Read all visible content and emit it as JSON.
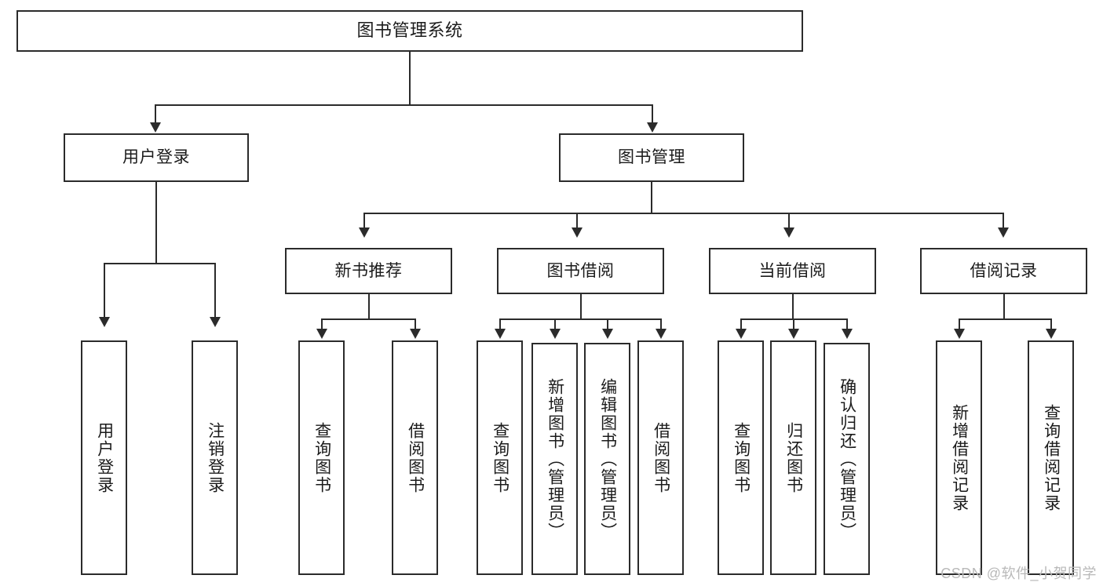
{
  "diagram": {
    "title": "图书管理系统",
    "type": "tree",
    "root": {
      "id": "root",
      "label": "图书管理系统"
    },
    "level2": [
      {
        "id": "user-login",
        "label": "用户登录"
      },
      {
        "id": "book-manage",
        "label": "图书管理"
      }
    ],
    "level3": [
      {
        "id": "new-book-recommend",
        "label": "新书推荐",
        "parent": "book-manage"
      },
      {
        "id": "book-borrow",
        "label": "图书借阅",
        "parent": "book-manage"
      },
      {
        "id": "current-borrow",
        "label": "当前借阅",
        "parent": "book-manage"
      },
      {
        "id": "borrow-record",
        "label": "借阅记录",
        "parent": "book-manage"
      }
    ],
    "leaves": [
      {
        "id": "leaf-user-login",
        "label": "用户登录",
        "parent": "user-login"
      },
      {
        "id": "leaf-user-logout",
        "label": "注销登录",
        "parent": "user-login"
      },
      {
        "id": "leaf-query-book-1",
        "label": "查询图书",
        "parent": "new-book-recommend"
      },
      {
        "id": "leaf-borrow-book-1",
        "label": "借阅图书",
        "parent": "new-book-recommend"
      },
      {
        "id": "leaf-query-book-2",
        "label": "查询图书",
        "parent": "book-borrow"
      },
      {
        "id": "leaf-add-book",
        "label": "新增图书（管理员）",
        "parent": "book-borrow"
      },
      {
        "id": "leaf-edit-book",
        "label": "编辑图书（管理员）",
        "parent": "book-borrow"
      },
      {
        "id": "leaf-borrow-book-2",
        "label": "借阅图书",
        "parent": "book-borrow"
      },
      {
        "id": "leaf-query-book-3",
        "label": "查询图书",
        "parent": "current-borrow"
      },
      {
        "id": "leaf-return-book",
        "label": "归还图书",
        "parent": "current-borrow"
      },
      {
        "id": "leaf-confirm-return",
        "label": "确认归还（管理员）",
        "parent": "current-borrow"
      },
      {
        "id": "leaf-add-record",
        "label": "新增借阅记录",
        "parent": "borrow-record"
      },
      {
        "id": "leaf-query-record",
        "label": "查询借阅记录",
        "parent": "borrow-record"
      }
    ],
    "colors": {
      "stroke": "#2b2b2b",
      "fill": "#ffffff",
      "text": "#1b1b1b",
      "watermark": "#b9b9b9"
    }
  },
  "watermark": {
    "text": "CSDN @软件_小贺同学"
  }
}
